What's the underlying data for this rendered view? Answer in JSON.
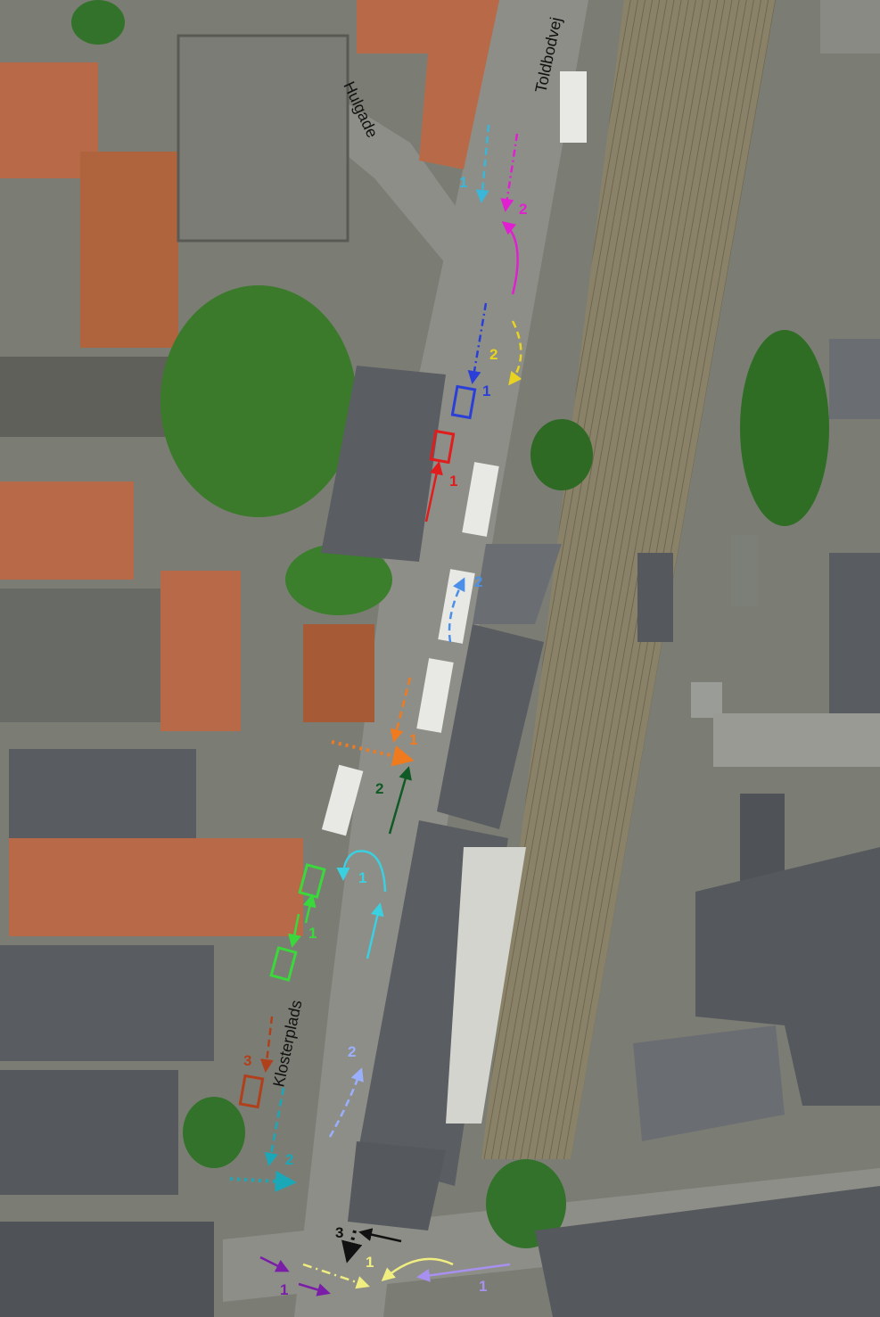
{
  "streets": {
    "hulgade": "Hulgade",
    "toldbodvej": "Toldbodvej",
    "klosterplads": "Klosterplads"
  },
  "markers": [
    {
      "label": "1",
      "color": "#39b6d8"
    },
    {
      "label": "2",
      "color": "#e020d0"
    },
    {
      "label": "2",
      "color": "#e8d420"
    },
    {
      "label": "1",
      "color": "#2a3fd8"
    },
    {
      "label": "1",
      "color": "#e01c1c"
    },
    {
      "label": "2",
      "color": "#4a90e8"
    },
    {
      "label": "1",
      "color": "#f07a1e"
    },
    {
      "label": "2",
      "color": "#0f5a25"
    },
    {
      "label": "1",
      "color": "#3ad0e0"
    },
    {
      "label": "1",
      "color": "#3ad83a"
    },
    {
      "label": "2",
      "color": "#9ab0ff"
    },
    {
      "label": "3",
      "color": "#b0401c"
    },
    {
      "label": "2",
      "color": "#1aa8b8"
    },
    {
      "label": "3",
      "color": "#111111"
    },
    {
      "label": "1",
      "color": "#f0ee80"
    },
    {
      "label": "1",
      "color": "#7a1ea8"
    },
    {
      "label": "1",
      "color": "#a890f0"
    }
  ],
  "colors": {
    "road": "#8e8e88",
    "roof_red": "#b86a48",
    "roof_grey": "#595d61",
    "vegetation": "#3a7a2a",
    "rail": "#8a8268"
  }
}
